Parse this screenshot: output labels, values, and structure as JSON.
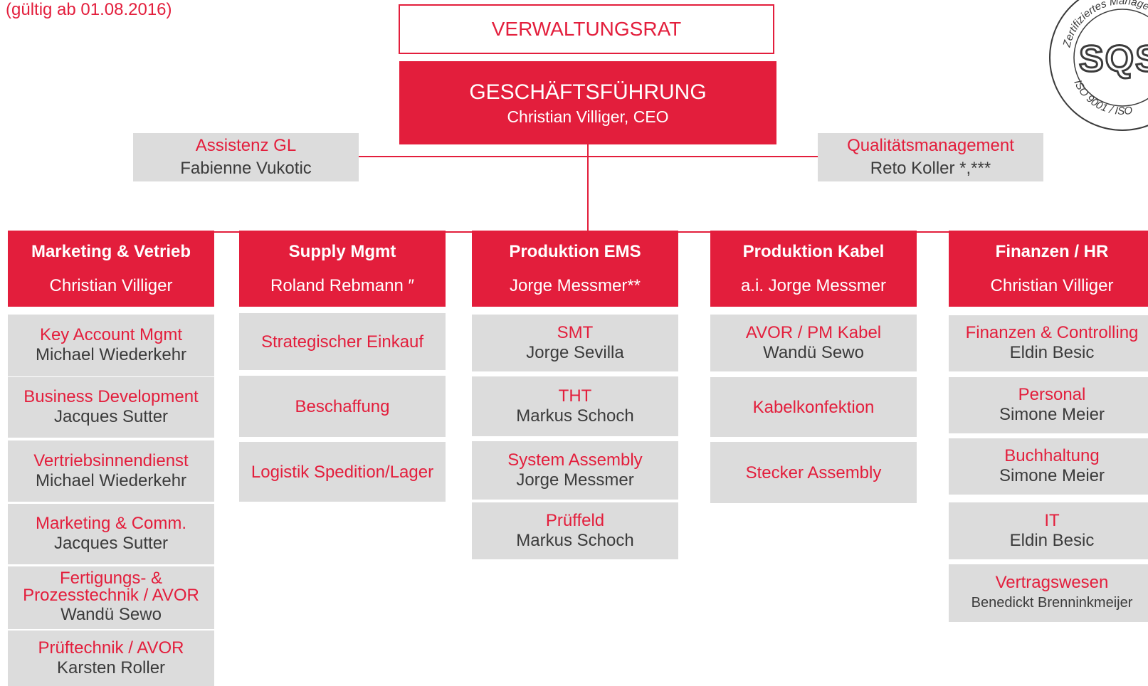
{
  "validity": "(gültig ab 01.08.2016)",
  "board": "VERWALTUNGSRAT",
  "management": {
    "title": "GESCHÄFTSFÜHRUNG",
    "person": "Christian Villiger, CEO"
  },
  "staff": {
    "left": {
      "title": "Assistenz GL",
      "person": "Fabienne Vukotic"
    },
    "right": {
      "title": "Qualitätsmanagement",
      "person": "Reto Koller *,***"
    }
  },
  "certificate": {
    "top_text": "Zertifiziertes Manage",
    "logo": "SQS",
    "bottom_text": "ISO 9001 / ISO"
  },
  "departments": [
    {
      "title": "Marketing & Vetrieb",
      "head": "Christian Villiger",
      "units": [
        {
          "title": "Key Account Mgmt",
          "person": "Michael Wiederkehr"
        },
        {
          "title": "Business Development",
          "person": "Jacques Sutter"
        },
        {
          "title": "Vertriebsinnendienst",
          "person": "Michael Wiederkehr"
        },
        {
          "title": "Marketing & Comm.",
          "person": "Jacques Sutter"
        },
        {
          "title": "Fertigungs- & Prozesstechnik / AVOR",
          "person": "Wandü Sewo"
        },
        {
          "title": "Prüftechnik / AVOR",
          "person": "Karsten Roller"
        }
      ]
    },
    {
      "title": "Supply Mgmt",
      "head": "Roland Rebmann ″",
      "units": [
        {
          "title": "Strategischer Einkauf",
          "person": ""
        },
        {
          "title": "Beschaffung",
          "person": ""
        },
        {
          "title": "Logistik Spedition/Lager",
          "person": ""
        }
      ]
    },
    {
      "title": "Produktion EMS",
      "head": "Jorge Messmer**",
      "units": [
        {
          "title": "SMT",
          "person": "Jorge Sevilla"
        },
        {
          "title": "THT",
          "person": "Markus Schoch"
        },
        {
          "title": "System Assembly",
          "person": "Jorge Messmer"
        },
        {
          "title": "Prüffeld",
          "person": "Markus Schoch"
        }
      ]
    },
    {
      "title": "Produktion Kabel",
      "head": "a.i. Jorge Messmer",
      "units": [
        {
          "title": "AVOR / PM Kabel",
          "person": "Wandü Sewo"
        },
        {
          "title": "Kabelkonfektion",
          "person": ""
        },
        {
          "title": "Stecker Assembly",
          "person": ""
        }
      ]
    },
    {
      "title": "Finanzen / HR",
      "head": "Christian Villiger",
      "units": [
        {
          "title": "Finanzen & Controlling",
          "person": "Eldin Besic"
        },
        {
          "title": "Personal",
          "person": "Simone Meier"
        },
        {
          "title": "Buchhaltung",
          "person": "Simone Meier"
        },
        {
          "title": "IT",
          "person": "Eldin Besic"
        },
        {
          "title": "Vertragswesen",
          "person": "Benedickt Brenninkmeijer"
        }
      ]
    }
  ]
}
